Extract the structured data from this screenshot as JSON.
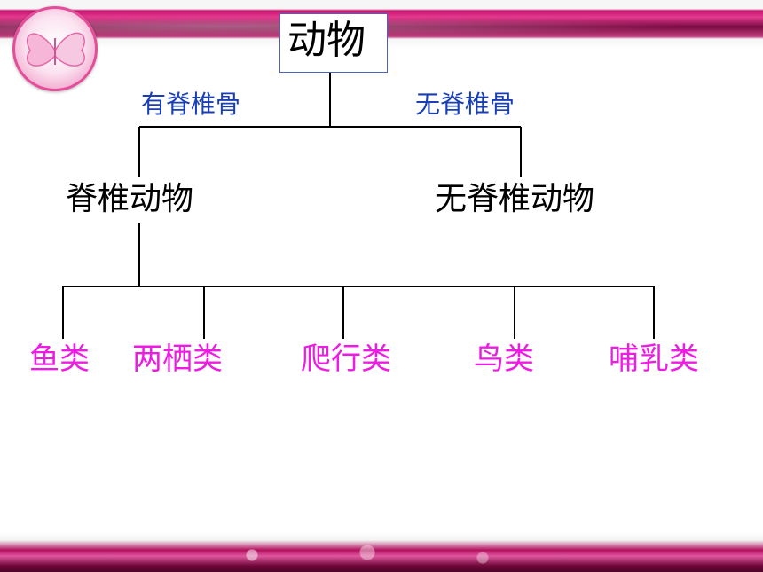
{
  "colors": {
    "accent": "#c8146e",
    "edge_label": "#1a3fb5",
    "leaf_label": "#ee1ce3",
    "line": "#000000",
    "root_border": "#4a63b8"
  },
  "decor": {
    "logo_icon": "butterfly-icon"
  },
  "diagram": {
    "root": "动物",
    "edges": {
      "left": "有脊椎骨",
      "right": "无脊椎骨"
    },
    "children": {
      "left": "脊椎动物",
      "right": "无脊椎动物"
    },
    "leaves": [
      "鱼类",
      "两栖类",
      "爬行类",
      "鸟类",
      "哺乳类"
    ]
  }
}
